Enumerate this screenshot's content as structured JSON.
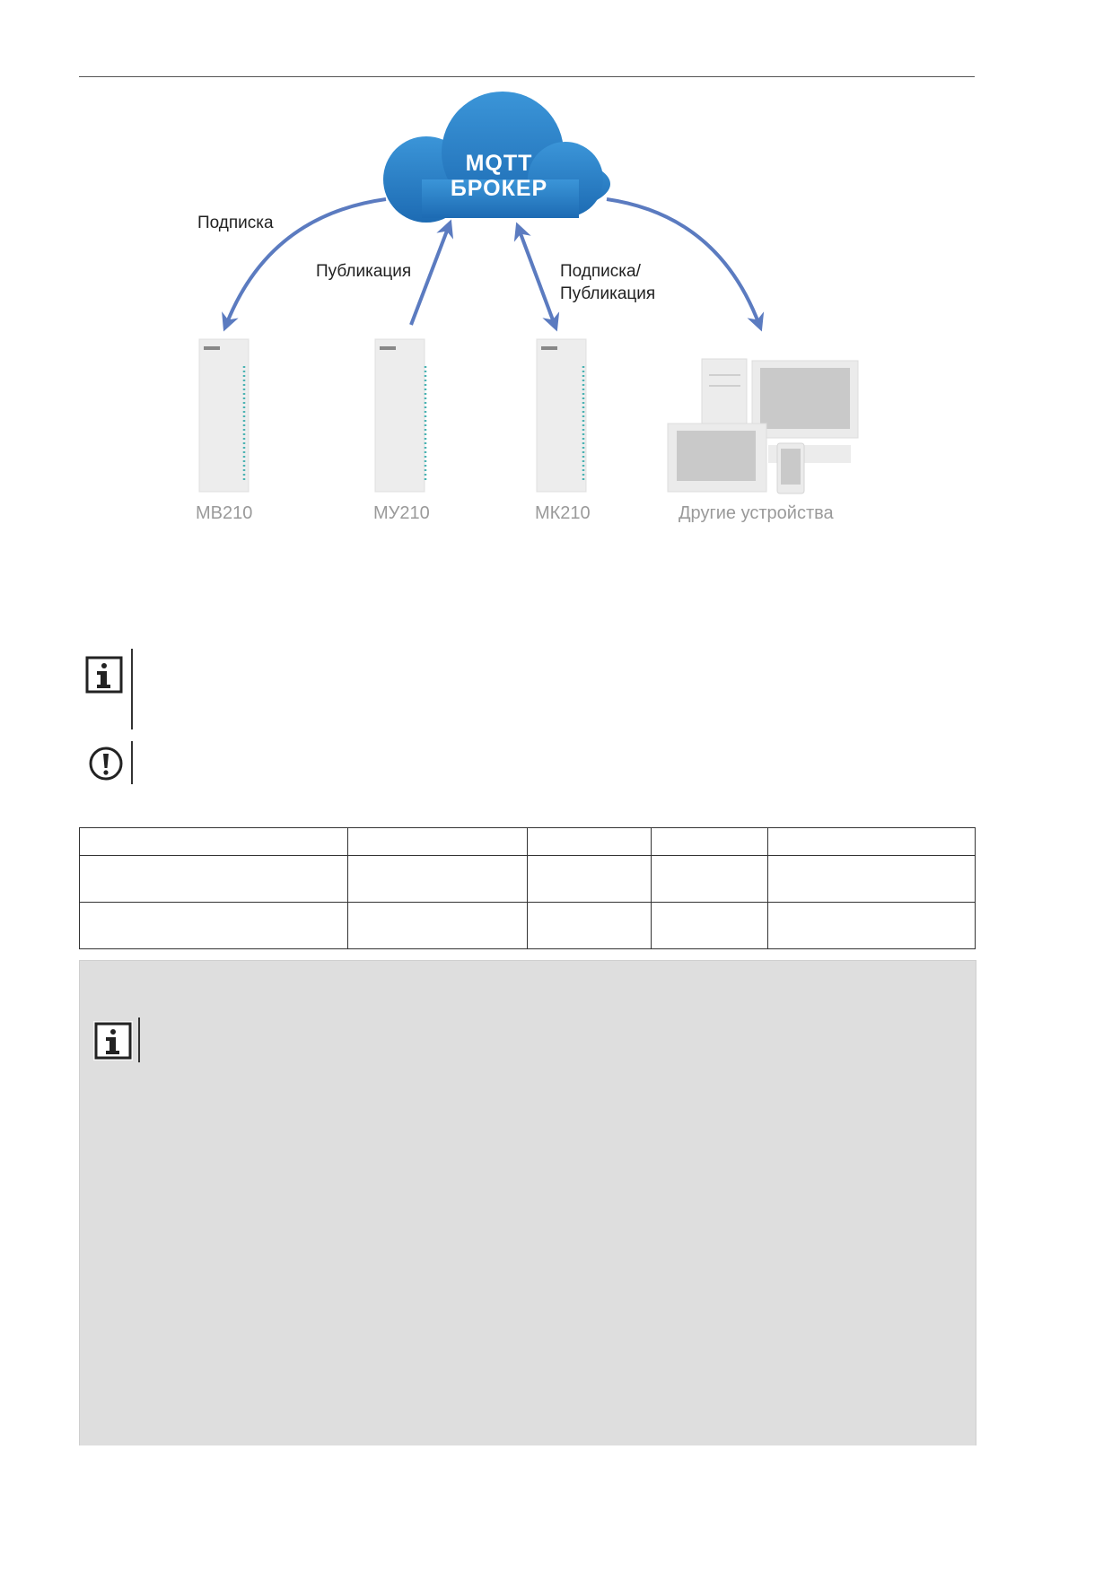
{
  "diagram": {
    "cloud": {
      "line1": "MQTT",
      "line2": "БРОКЕР"
    },
    "arrows": {
      "subscribe": "Подписка",
      "publish": "Публикация",
      "sub_pub_line1": "Подписка/",
      "sub_pub_line2": "Публикация"
    },
    "devices": [
      "МВ210",
      "МУ210",
      "МК210",
      "Другие устройства"
    ]
  },
  "notes": {
    "info_icon": "info-icon",
    "warning_icon": "exclamation-icon"
  },
  "table": {
    "columns": 5,
    "rows": 3
  },
  "colors": {
    "cloud": "#2a7dc4",
    "arrow": "#5b7bc0",
    "panel": "#dedede"
  }
}
